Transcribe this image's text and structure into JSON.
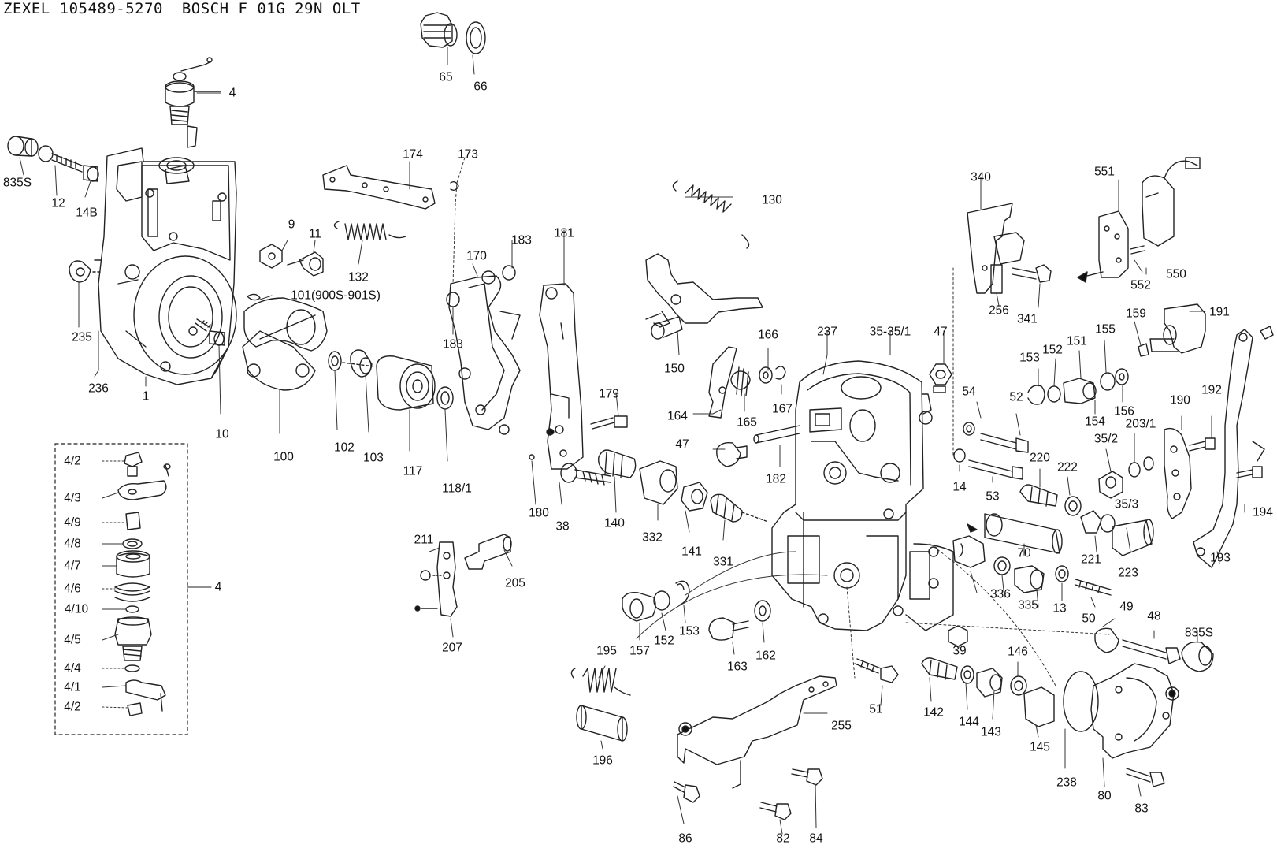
{
  "title": "ZEXEL 105489-5270  BOSCH F 01G 29N OLT",
  "part_labels": {
    "p4": "4",
    "p835S_a": "835S",
    "p12": "12",
    "p14B": "14B",
    "p1": "1",
    "p235": "235",
    "p236": "236",
    "p9": "9",
    "p11": "11",
    "p132": "132",
    "p101": "101(900S-901S)",
    "p10": "10",
    "p100": "100",
    "p102": "102",
    "p103": "103",
    "p117": "117",
    "p118_1": "118/1",
    "p65": "65",
    "p66": "66",
    "p174": "174",
    "p173": "173",
    "p170": "170",
    "p183_a": "183",
    "p183_b": "183",
    "p181": "181",
    "p179": "179",
    "p180": "180",
    "p38": "38",
    "p130": "130",
    "p150": "150",
    "p164": "164",
    "p165": "165",
    "p166": "166",
    "p167": "167",
    "p237": "237",
    "p35": "35-35/1",
    "p47_a": "47",
    "p47_b": "47",
    "p182": "182",
    "p140": "140",
    "p332": "332",
    "p141": "141",
    "p331": "331",
    "p211": "211",
    "p205": "205",
    "p207": "207",
    "p157": "157",
    "p152_a": "152",
    "p153_a": "153",
    "p195": "195",
    "p196": "196",
    "p163": "163",
    "p162": "162",
    "p51": "51",
    "p255": "255",
    "p86": "86",
    "p82": "82",
    "p84": "84",
    "p340": "340",
    "p256": "256",
    "p341": "341",
    "p551": "551",
    "p550": "550",
    "p552": "552",
    "p54": "54",
    "p52": "52",
    "p153_b": "153",
    "p152_b": "152",
    "p151": "151",
    "p155": "155",
    "p159": "159",
    "p191": "191",
    "p154": "154",
    "p156": "156",
    "p14": "14",
    "p53": "53",
    "p220": "220",
    "p222": "222",
    "p35_2": "35/2",
    "p203_1": "203/1",
    "p190": "190",
    "p192": "192",
    "p35_3": "35/3",
    "p70": "70",
    "p221": "221",
    "p223": "223",
    "p193": "193",
    "p194": "194",
    "p336": "336",
    "p335": "335",
    "p13": "13",
    "p50": "50",
    "p39": "39",
    "p49": "49",
    "p48": "48",
    "p835S_b": "835S",
    "p142": "142",
    "p144": "144",
    "p143": "143",
    "p146": "146",
    "p145": "145",
    "p238": "238",
    "p80": "80",
    "p83": "83"
  },
  "detail_box": {
    "items": [
      "4/2",
      "4/3",
      "4/9",
      "4/8",
      "4/7",
      "4/6",
      "4/10",
      "4/5",
      "4/4",
      "4/1",
      "4/2"
    ],
    "group_label": "4"
  }
}
